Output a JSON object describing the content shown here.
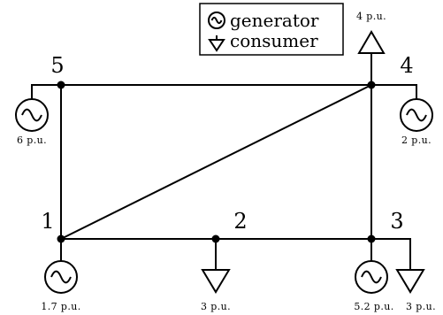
{
  "legend": {
    "generator_label": "generator",
    "consumer_label": "consumer",
    "generator_icon": "generator-icon",
    "consumer_icon": "consumer-icon"
  },
  "nodes": [
    {
      "id": "1",
      "label": "1"
    },
    {
      "id": "2",
      "label": "2"
    },
    {
      "id": "3",
      "label": "3"
    },
    {
      "id": "4",
      "label": "4"
    },
    {
      "id": "5",
      "label": "5"
    }
  ],
  "edges": [
    {
      "from": "1",
      "to": "2"
    },
    {
      "from": "2",
      "to": "3"
    },
    {
      "from": "3",
      "to": "4"
    },
    {
      "from": "4",
      "to": "5"
    },
    {
      "from": "5",
      "to": "1"
    },
    {
      "from": "1",
      "to": "4"
    }
  ],
  "generators": [
    {
      "node": "5",
      "value": "6 p.u."
    },
    {
      "node": "4",
      "value": "2 p.u."
    },
    {
      "node": "1",
      "value": "1.7 p.u."
    },
    {
      "node": "3",
      "value": "5.2 p.u."
    }
  ],
  "consumers": [
    {
      "node": "4",
      "value": "4 p.u."
    },
    {
      "node": "2",
      "value": "3 p.u."
    },
    {
      "node": "3",
      "value": "3 p.u."
    }
  ]
}
